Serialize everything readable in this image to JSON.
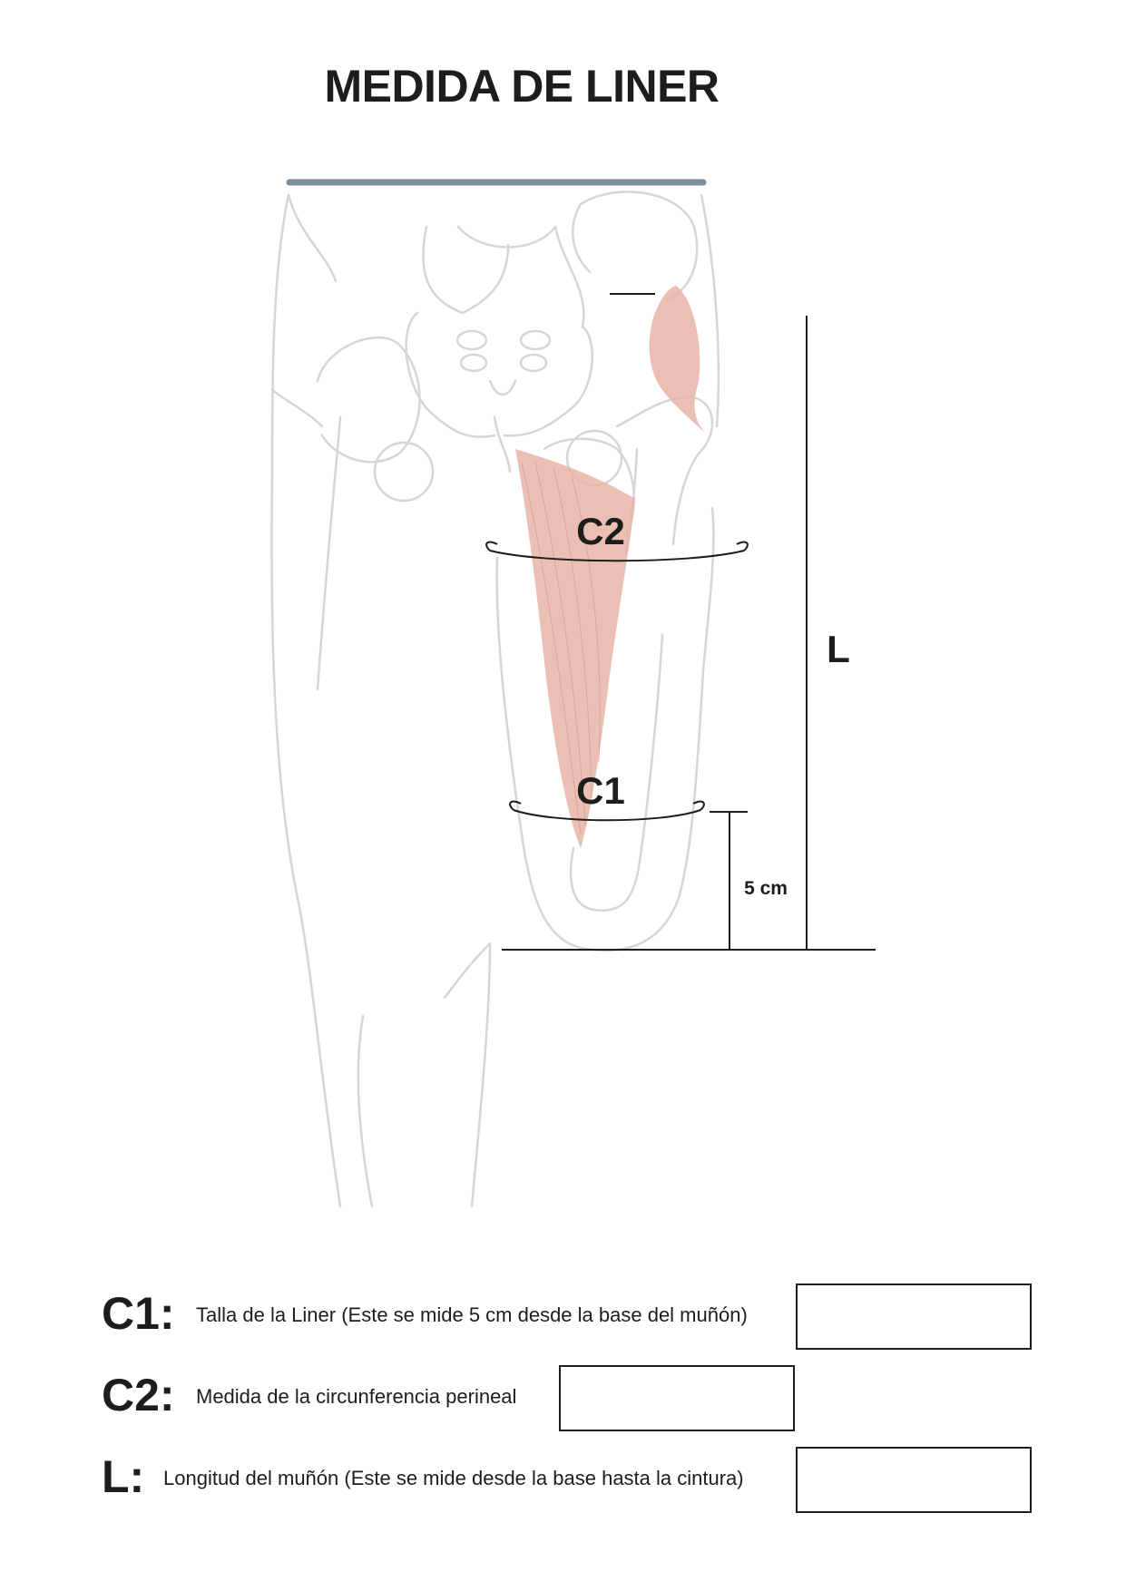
{
  "title": "MEDIDA DE LINER",
  "diagram": {
    "label_c2": "C2",
    "label_c1": "C1",
    "label_l": "L",
    "label_5cm": "5 cm"
  },
  "legend": [
    {
      "key": "C1:",
      "description": "Talla de la Liner (Este se mide 5 cm desde la base del muñón)",
      "value": ""
    },
    {
      "key": "C2:",
      "description": "Medida de la circunferencia perineal",
      "value": ""
    },
    {
      "key": "L:",
      "description": "Longitud  del muñón (Este se mide desde la base hasta la cintura)",
      "value": ""
    }
  ],
  "colors": {
    "waist_bar": "#7b8d9b",
    "muscle": "#e8b4a6",
    "outline": "#d4d4d4",
    "text": "#1d1d1b"
  }
}
